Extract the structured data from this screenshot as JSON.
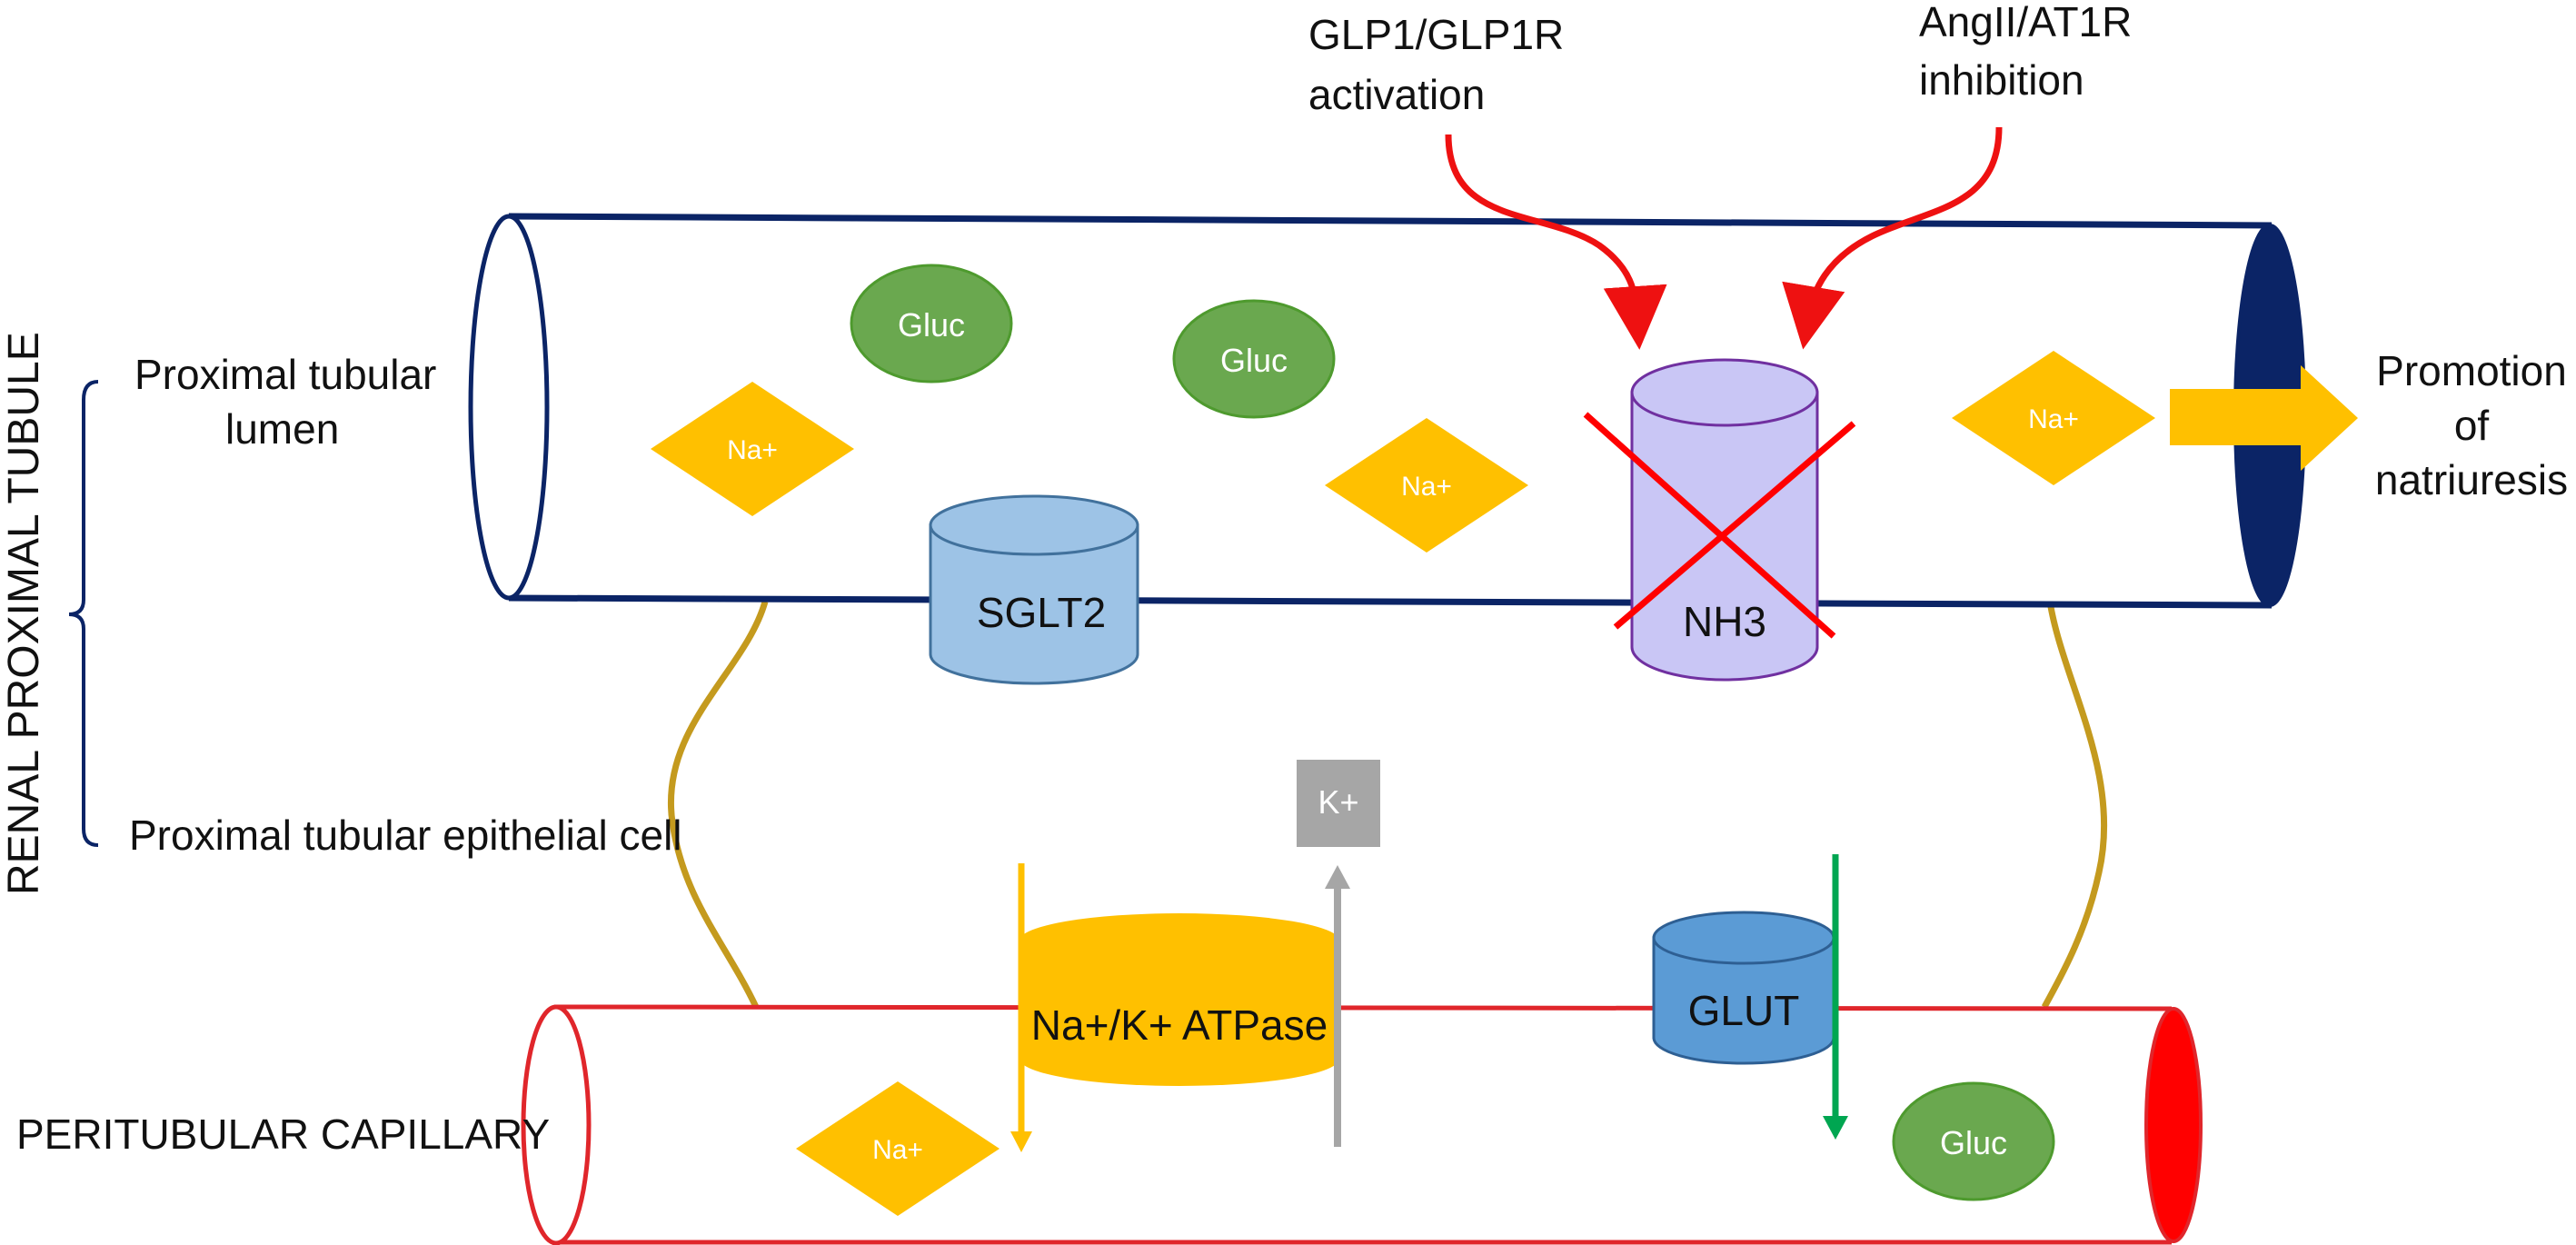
{
  "labels": {
    "renal_proximal_tubule": "RENAL PROXIMAL TUBULE",
    "proximal_lumen_line1": "Proximal tubular",
    "proximal_lumen_line2": "lumen",
    "epithelial_cell": "Proximal tubular epithelial cell",
    "peritubular_capillary": "PERITUBULAR CAPILLARY",
    "glp1_line1": "GLP1/GLP1R",
    "glp1_line2": "activation",
    "angii_line1": "AngII/AT1R",
    "angii_line2": "inhibition",
    "promotion_line1": "Promotion",
    "promotion_line2": "of",
    "promotion_line3": "natriuresis"
  },
  "transporters": {
    "sglt2": "SGLT2",
    "nh3": "NH3",
    "atpase": "Na+/K+ ATPase",
    "glut": "GLUT"
  },
  "molecules": {
    "sodium": "Na+",
    "potassium": "K+",
    "glucose": "Gluc"
  },
  "colors": {
    "tubule_outline": "#0b2466",
    "capillary_outline": "#e0262b",
    "capillary_end_fill": "#ff0000",
    "cell_membrane": "#c49a1e",
    "sodium": "#ffc000",
    "glucose": "#6aa84f",
    "sglt2": "#9dc3e6",
    "nh3": "#c9c6f5",
    "glut": "#5b9bd5",
    "potassium": "#a6a6a6",
    "inhibit_cross": "#ff0000",
    "glucose_arrow": "#00a651",
    "activation_arrow": "#ee1111"
  }
}
